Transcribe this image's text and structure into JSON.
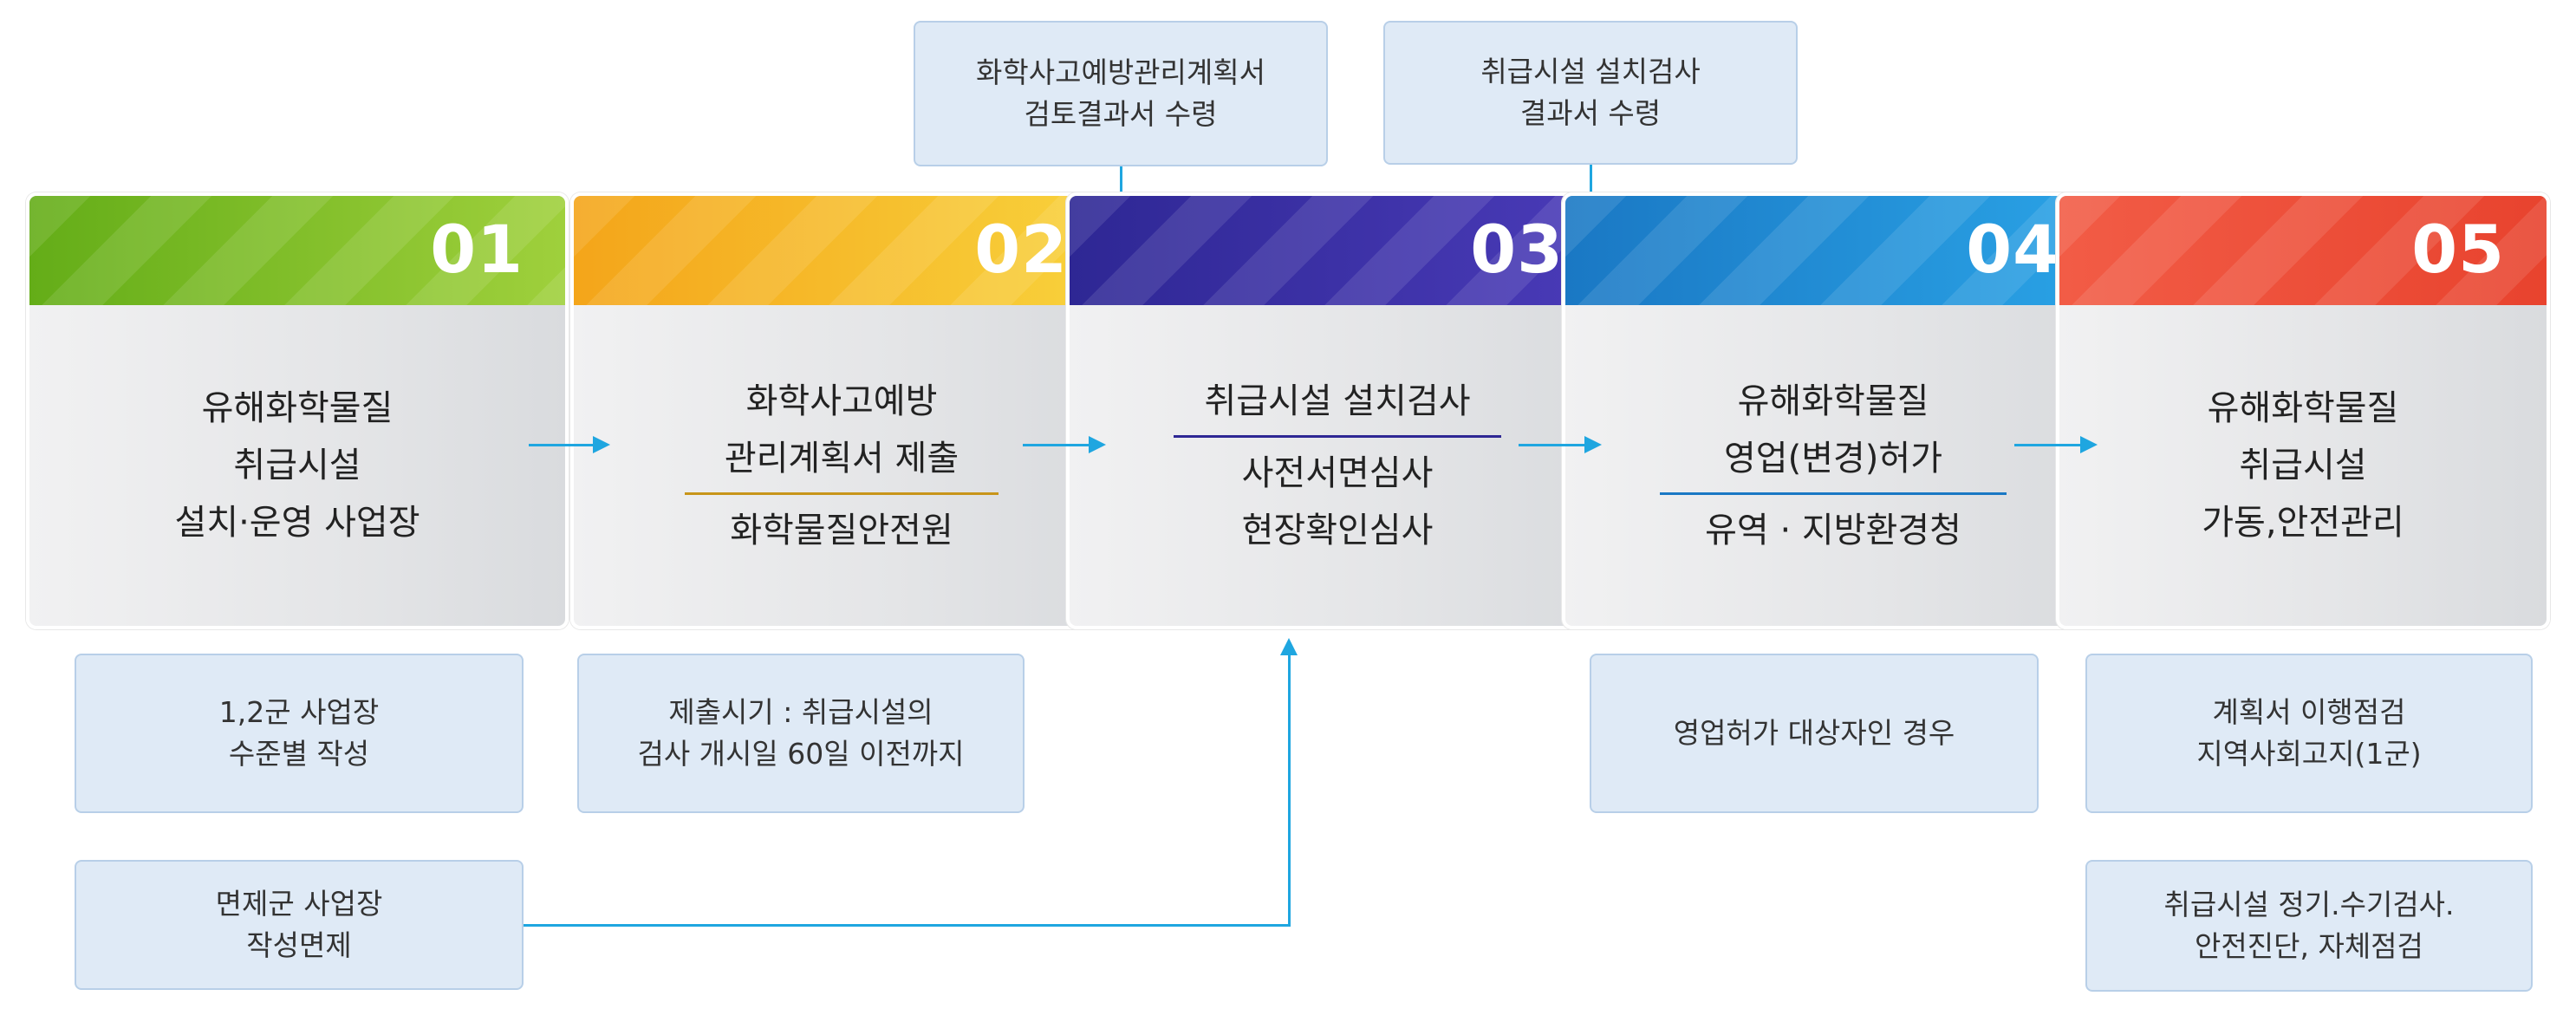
{
  "top_notes": [
    {
      "lines": [
        "화학사고예방관리계획서",
        "검토결과서 수령"
      ]
    },
    {
      "lines": [
        "취급시설 설치검사",
        "결과서 수령"
      ]
    }
  ],
  "steps": [
    {
      "number": "01",
      "color": "#7cbf2a",
      "lines_top": [
        "유해화학물질",
        "취급시설",
        "설치·운영 사업장"
      ],
      "lines_bottom": []
    },
    {
      "number": "02",
      "color": "#f5b71f",
      "lines_top": [
        "화학사고예방",
        "관리계획서 제출"
      ],
      "lines_bottom": [
        "화학물질안전원"
      ]
    },
    {
      "number": "03",
      "color": "#3a2fa6",
      "lines_top": [
        "취급시설 설치검사"
      ],
      "lines_bottom": [
        "사전서면심사",
        "현장확인심사"
      ]
    },
    {
      "number": "04",
      "color": "#1f8ad4",
      "lines_top": [
        "유해화학물질",
        "영업(변경)허가"
      ],
      "lines_bottom": [
        "유역 · 지방환경청"
      ]
    },
    {
      "number": "05",
      "color": "#f0553e",
      "lines_top": [
        "유해화학물질",
        "취급시설",
        "가동,안전관리"
      ],
      "lines_bottom": []
    }
  ],
  "bottom_notes": [
    {
      "lines": [
        "1,2군 사업장",
        "수준별 작성"
      ]
    },
    {
      "lines": [
        "면제군 사업장",
        "작성면제"
      ]
    },
    {
      "lines": [
        "제출시기 : 취급시설의",
        "검사 개시일 60일 이전까지"
      ]
    },
    {
      "lines": [
        "영업허가 대상자인 경우"
      ]
    },
    {
      "lines": [
        "계획서 이행점검",
        "지역사회고지(1군)"
      ]
    },
    {
      "lines": [
        "취급시설 정기.수기검사.",
        "안전진단, 자체점검"
      ]
    }
  ]
}
